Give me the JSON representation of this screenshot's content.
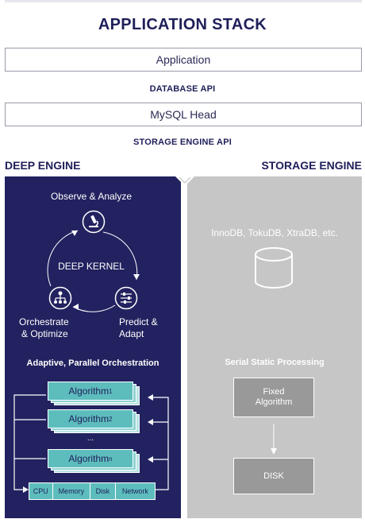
{
  "title": "APPLICATION STACK",
  "application_label": "Application",
  "database_api_label": "DATABASE API",
  "mysql_head_label": "MySQL Head",
  "storage_engine_api_label": "STORAGE ENGINE API",
  "deep_engine": {
    "heading": "DEEP ENGINE",
    "cycle": {
      "observe": "Observe & Analyze",
      "center": "DEEP KERNEL",
      "orchestrate_line1": "Orchestrate",
      "orchestrate_line2": "& Optimize",
      "predict_line1": "Predict &",
      "predict_line2": "Adapt"
    },
    "section_title": "Adaptive, Parallel Orchestration",
    "algorithms": [
      {
        "label": "Algorithm",
        "sub": "1"
      },
      {
        "label": "Algorithm",
        "sub": "2"
      },
      {
        "label": "Algorithm",
        "sub": "n"
      }
    ],
    "ellipsis": "...",
    "resources": [
      "CPU",
      "Memory",
      "Disk",
      "Network"
    ]
  },
  "storage_engine": {
    "heading": "STORAGE ENGINE",
    "engines_text": "InnoDB, TokuDB, XtraDB, etc.",
    "section_title": "Serial Static Processing",
    "fixed_line1": "Fixed",
    "fixed_line2": "Algorithm",
    "disk_label": "DISK"
  },
  "colors": {
    "navy": "#222260",
    "teal": "#5dbdbd",
    "gray_panel": "#c6c6c6",
    "gray_box": "#999999"
  },
  "icons": [
    "microscope-icon",
    "sliders-icon",
    "hierarchy-icon",
    "database-cylinder-icon"
  ]
}
